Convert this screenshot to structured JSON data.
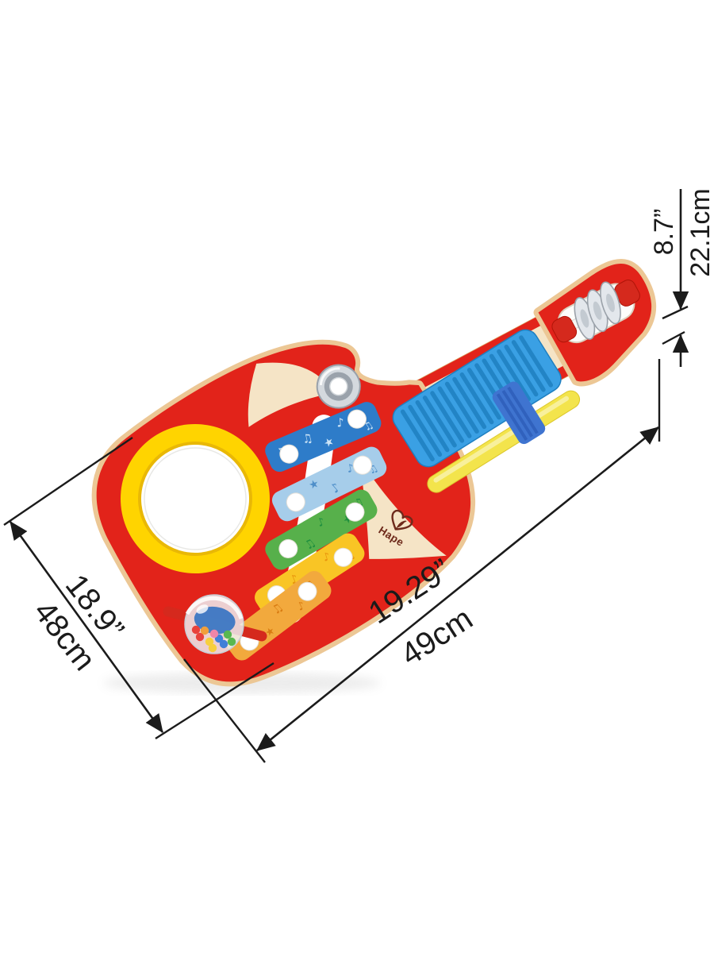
{
  "brand": {
    "name": "Hape"
  },
  "dimensions": {
    "width": {
      "inches": "18.9”",
      "cm": "48cm"
    },
    "length": {
      "inches": "19.29”",
      "cm": "49cm"
    },
    "depth": {
      "inches": "8.7”",
      "cm": "22.1cm"
    }
  },
  "icons": {
    "eighth_note": "♪",
    "beamed_notes": "♫",
    "star": "★",
    "heart_leaf_logo": "heart-with-leaf"
  },
  "palette": {
    "red": "#e2231a",
    "wood": "#f5e4c6",
    "wood-edge": "#ecc795",
    "wood-edge-dark": "#d9a868",
    "yellow": "#ffd400",
    "yellow-deep": "#e9b806",
    "bar1": "#2e7cc9",
    "bar1-pat": "#cde5f7",
    "bar2": "#a6cdea",
    "bar2-pat": "#4f8fc9",
    "bar3": "#57b04b",
    "bar3-pat": "#1f8f3f",
    "bar4": "#f9c525",
    "bar4-pat": "#e8940c",
    "bar5": "#f2a93d",
    "bar5-pat": "#d97c12",
    "guiro": "#3aa0e4",
    "guiro-dark": "#1f7fc0",
    "stick": "#f3e44c",
    "band": "#3f74d0",
    "band-dark": "#2d5cb8",
    "chrome": "#d4d9de",
    "chrome-dark": "#99a1aa",
    "axle-red": "#d5291d",
    "dim": "#1b1b1b",
    "logo-brown": "#6e2a1b",
    "beads": ""
  },
  "beads": [
    "#e8413c",
    "#f7cf3d",
    "#3f7fd8",
    "#58b84f",
    "#f09f3c",
    "#ef86a8",
    "#3f7fd8",
    "#e8413c",
    "#58b84f",
    "#f7cf3d"
  ]
}
